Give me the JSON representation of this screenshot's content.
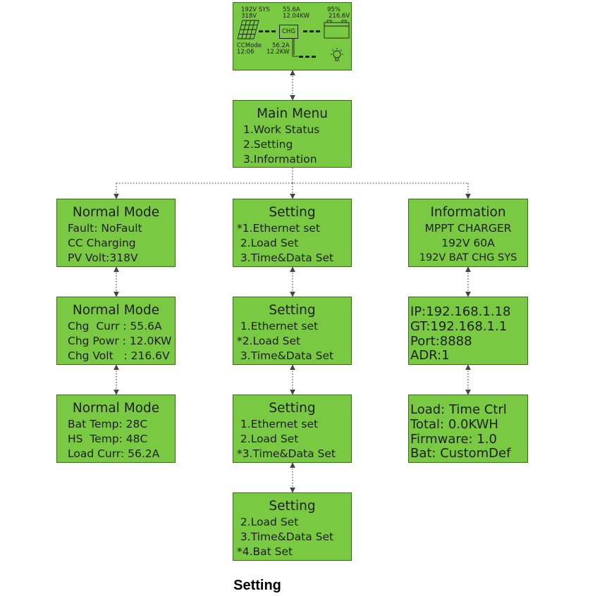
{
  "status_screen": {
    "sys": "192V SYS",
    "pv_volt": "318V",
    "chg_curr": "55.6A",
    "chg_power": "12.04KW",
    "soc": "95%",
    "bat_volt": "216.6V",
    "chg_label": "CHG",
    "mode": "CCMode",
    "time": "12:06",
    "load_curr": "56.2A",
    "load_power": "12.2KW"
  },
  "main_menu": {
    "title": "Main Menu",
    "items": [
      "1.Work Status",
      "2.Setting",
      "3.Information"
    ]
  },
  "normal_mode": [
    {
      "title": "Normal Mode",
      "lines": [
        "Fault: NoFault",
        "CC Charging",
        "PV Volt:318V"
      ]
    },
    {
      "title": "Normal Mode",
      "lines": [
        "Chg  Curr : 55.6A",
        "Chg Powr : 12.0KW",
        "Chg Volt   : 216.6V"
      ]
    },
    {
      "title": "Normal Mode",
      "lines": [
        "Bat Temp: 28C",
        "HS  Temp: 48C",
        "Load Curr: 56.2A"
      ]
    }
  ],
  "setting": [
    {
      "title": "Setting",
      "lines": [
        "*1.Ethernet set",
        " 2.Load Set",
        " 3.Time&Data Set"
      ]
    },
    {
      "title": "Setting",
      "lines": [
        " 1.Ethernet set",
        "*2.Load Set",
        " 3.Time&Data Set"
      ]
    },
    {
      "title": "Setting",
      "lines": [
        " 1.Ethernet set",
        " 2.Load Set",
        "*3.Time&Data Set"
      ]
    },
    {
      "title": "Setting",
      "lines": [
        " 2.Load Set",
        " 3.Time&Data Set",
        "*4.Bat Set"
      ]
    }
  ],
  "information": {
    "title": "Information",
    "lines": [
      "MPPT CHARGER",
      "192V 60A",
      "192V BAT CHG SYS"
    ]
  },
  "network": {
    "lines": [
      "IP:192.168.1.18",
      "GT:192.168.1.1",
      "Port:8888",
      "ADR:1"
    ]
  },
  "load_info": {
    "lines": [
      "Load: Time Ctrl",
      "Total: 0.0KWH",
      "Firmware: 1.0",
      "Bat: CustomDef"
    ]
  },
  "caption": "Setting",
  "colors": {
    "lcd_green": "#7ac943",
    "lcd_border": "#3a6b1c",
    "text": "#1e1e1e"
  }
}
